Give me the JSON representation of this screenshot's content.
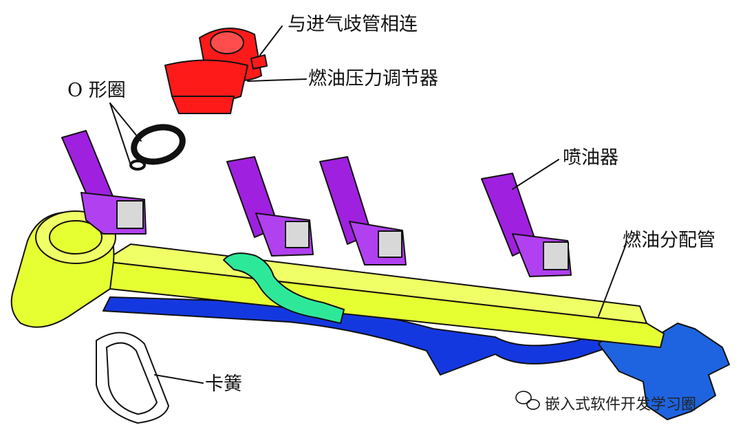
{
  "labels": {
    "intake_manifold": "与进气歧管相连",
    "pressure_regulator": "燃油压力调节器",
    "o_ring": "O 形圈",
    "injector": "喷油器",
    "fuel_rail": "燃油分配管",
    "clip": "卡簧"
  },
  "watermark": "嵌入式软件开发学习圈",
  "colors": {
    "regulator": "#ff1a1a",
    "injector": "#a020e0",
    "rail": "#e6ff33",
    "hose": "#2ee89a",
    "return_line": "#1438e0",
    "connector": "#1e64e0"
  },
  "icons": {
    "watermark_logo": "wechat-icon"
  }
}
